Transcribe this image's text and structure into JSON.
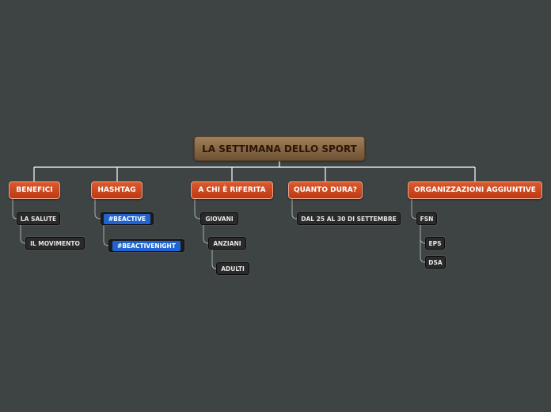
{
  "title": "LA SETTIMANA DELLO SPORT",
  "branches": {
    "benefici": {
      "label": "BENEFICI",
      "children": [
        "LA SALUTE",
        "IL MOVIMENTO"
      ]
    },
    "hashtag": {
      "label": "HASHTAG",
      "children": [
        "#BEACTIVE",
        "#BEACTIVENIGHT"
      ]
    },
    "a_chi": {
      "label": "A CHI È RIFERITA",
      "children": [
        "GIOVANI",
        "ANZIANI",
        "ADULTI"
      ]
    },
    "quanto": {
      "label": "QUANTO DURA?",
      "children": [
        "DAL 25 AL 30 DI SETTEMBRE"
      ]
    },
    "org": {
      "label": "ORGANIZZAZIONI AGGIUNTIVE",
      "children": [
        "FSN",
        "EPS",
        "DSA"
      ]
    }
  },
  "colors": {
    "background": "#3e4444",
    "root_fill": "#8a6a44",
    "branch_fill": "#c94a1f",
    "leaf_fill": "#2a2a2a",
    "hashtag_chip": "#1f64d2",
    "connector_main": "#ffffff",
    "connector_sub": "#b9b9b9"
  }
}
